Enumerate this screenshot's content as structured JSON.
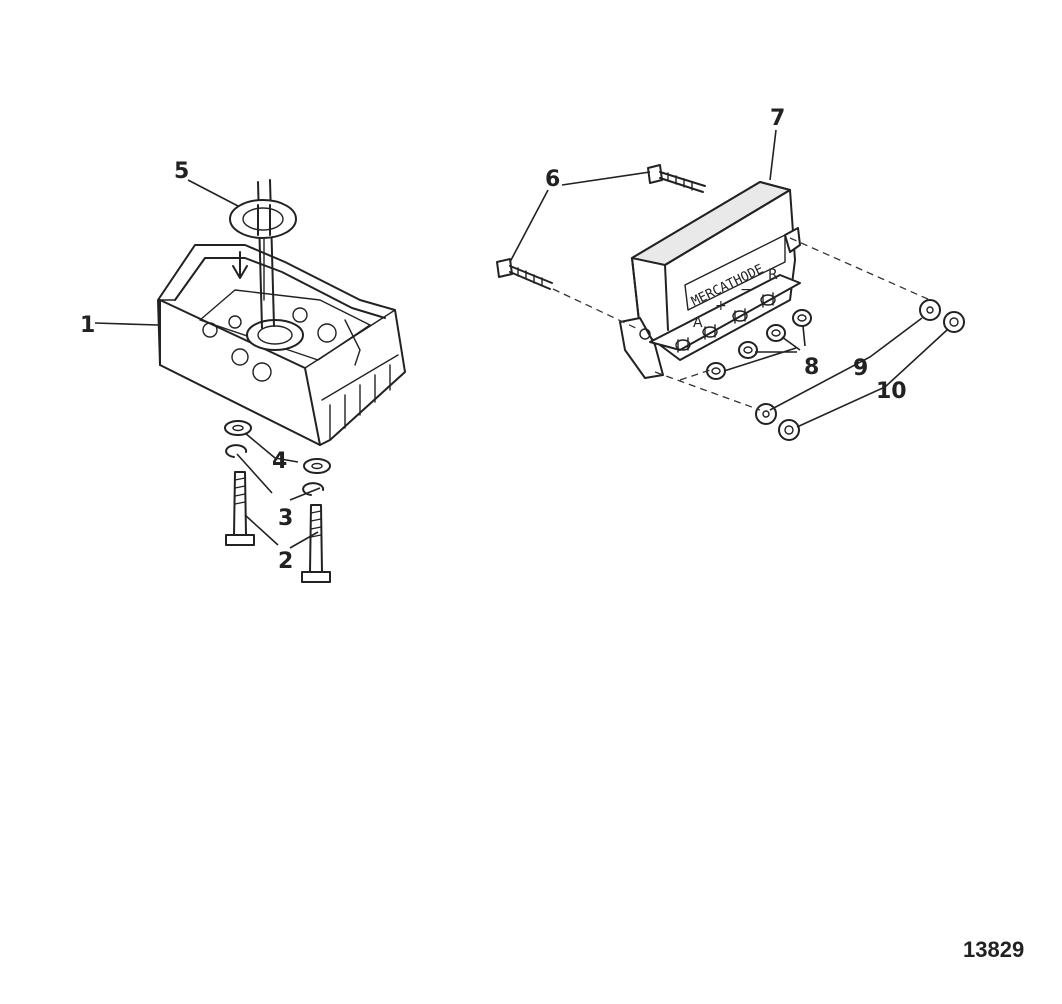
{
  "figure_number": "13829",
  "callouts": [
    "1",
    "2",
    "3",
    "4",
    "5",
    "6",
    "7",
    "8",
    "9",
    "10"
  ],
  "regulator": {
    "brand_label": "MERCATHODE",
    "terminals": [
      "A",
      "+",
      "−",
      "R"
    ]
  }
}
